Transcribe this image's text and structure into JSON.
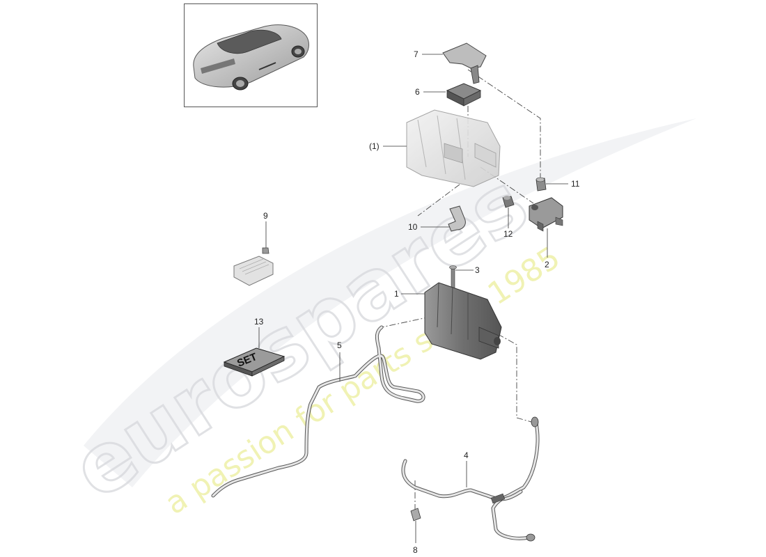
{
  "watermark": {
    "brand": "eurospares",
    "tagline": "a passion for parts since 1985",
    "brand_color": "#cfd2d6",
    "tagline_color": "#eef0a8"
  },
  "thumbnail": {
    "icon": "car-overview-icon"
  },
  "set_box": {
    "text": "SET"
  },
  "callouts": {
    "c7": "7",
    "c6": "6",
    "c1p": "(1)",
    "c11": "11",
    "c9": "9",
    "c10": "10",
    "c12": "12",
    "c2": "2",
    "c3": "3",
    "c1": "1",
    "c13": "13",
    "c5": "5",
    "c4": "4",
    "c8": "8"
  }
}
